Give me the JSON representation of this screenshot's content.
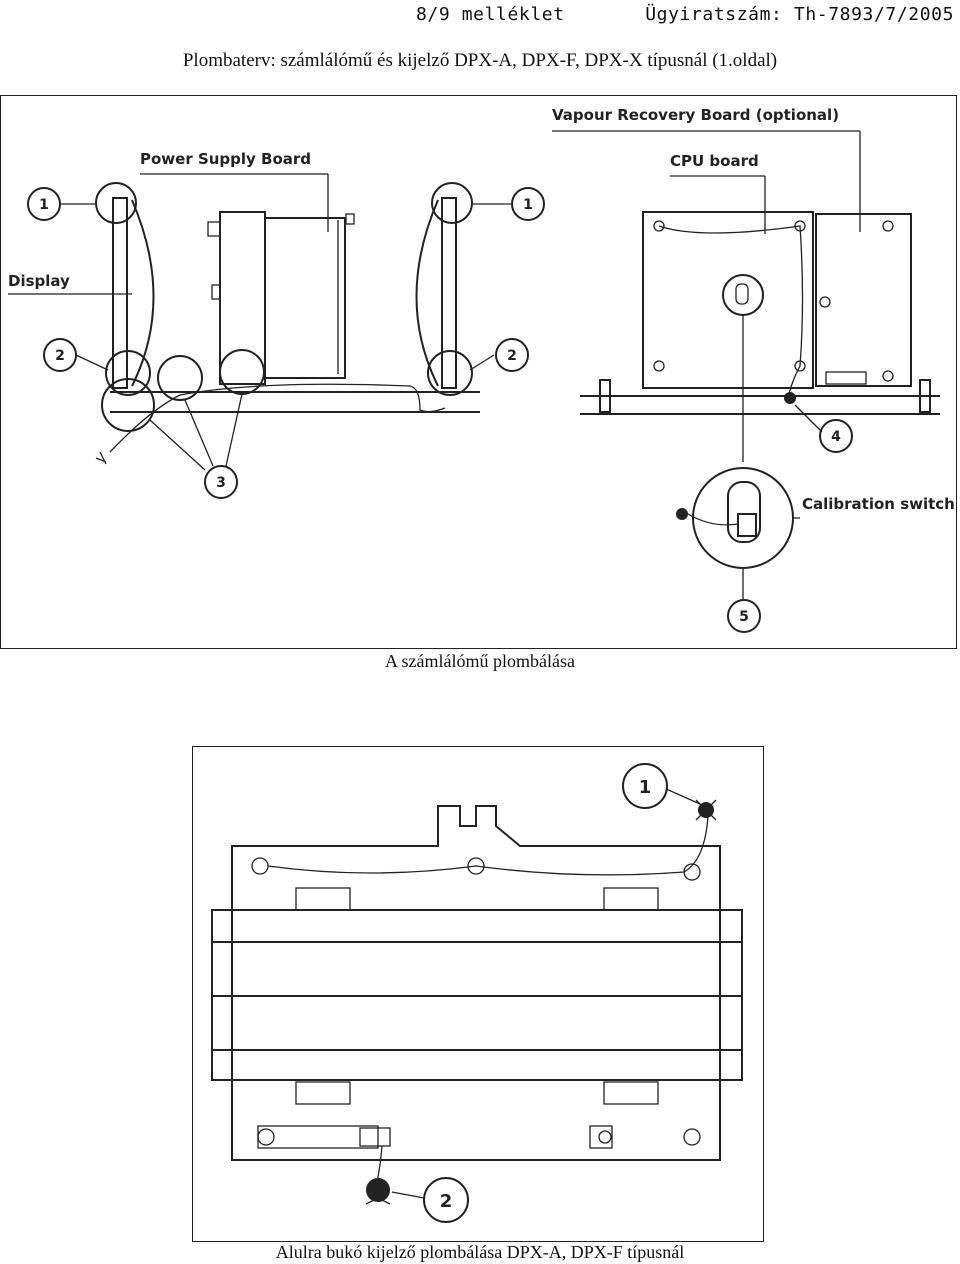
{
  "header": {
    "annex": "8/9 melléklet",
    "case_number": "Ügyiratszám: Th-7893/7/2005"
  },
  "title": "Plombaterv: számlálómű és kijelző DPX-A, DPX-F, DPX-X típusnál (1.oldal)",
  "figure1": {
    "labels": {
      "display": "Display",
      "power_supply_board": "Power Supply Board",
      "vapour_recovery_board": "Vapour Recovery Board (optional)",
      "cpu_board": "CPU board",
      "calibration_switch": "Calibration switch"
    },
    "callouts": [
      "1",
      "1",
      "2",
      "2",
      "3",
      "4",
      "5"
    ],
    "caption": "A számlálómű plombálása"
  },
  "figure2": {
    "callouts": [
      "1",
      "2"
    ],
    "caption": "Alulra bukó kijelző plombálása DPX-A, DPX-F típusnál"
  }
}
